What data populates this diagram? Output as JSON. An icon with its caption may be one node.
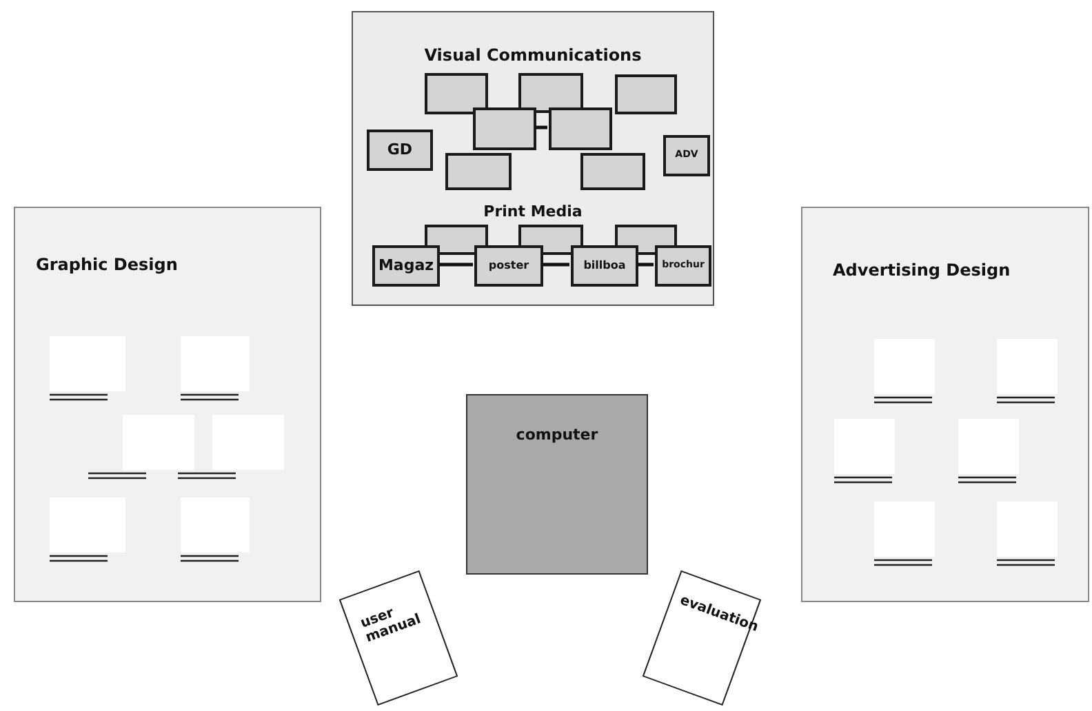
{
  "diagram": {
    "nodes": [
      {
        "text": [
          "Visual Communications",
          "Print Media"
        ]
      },
      {
        "text": [],
        "shape": "box",
        "in": 0
      },
      {
        "text": [],
        "shape": "box",
        "in": 0
      },
      {
        "text": [],
        "shape": "box",
        "in": 0
      },
      {
        "text": [],
        "shape": "box",
        "in": 0
      },
      {
        "text": [],
        "shape": "box",
        "in": 0
      },
      {
        "text": [
          "GD"
        ],
        "in": 0
      },
      {
        "text": [],
        "shape": "box",
        "in": 0
      },
      {
        "text": [],
        "shape": "box",
        "in": 0
      },
      {
        "text": [
          "ADV"
        ],
        "in": 0
      },
      {
        "text": [],
        "shape": "box",
        "in": 0
      },
      {
        "text": [],
        "shape": "box",
        "in": 0
      },
      {
        "text": [],
        "shape": "box",
        "in": 0
      },
      {
        "text": [
          "Magaz"
        ],
        "in": 0
      },
      {
        "text": [
          "poster"
        ],
        "in": 0
      },
      {
        "text": [
          "billboa"
        ],
        "in": 0
      },
      {
        "text": [
          "brochur"
        ],
        "in": 0
      },
      {
        "text": [
          "Graphic Design"
        ]
      },
      {
        "text": [],
        "shape": "box",
        "in": 17
      },
      {
        "text": [],
        "shape": "box",
        "in": 17
      },
      {
        "text": [],
        "shape": "box",
        "in": 17
      },
      {
        "text": [],
        "shape": "box",
        "in": 17
      },
      {
        "text": [],
        "shape": "box",
        "in": 17
      },
      {
        "text": [],
        "shape": "box",
        "in": 17
      },
      {
        "text": [
          "Advertising Design"
        ]
      },
      {
        "text": [],
        "shape": "box",
        "in": 24
      },
      {
        "text": [],
        "shape": "box",
        "in": 24
      },
      {
        "text": [],
        "shape": "box",
        "in": 24
      },
      {
        "text": [],
        "shape": "box",
        "in": 24
      },
      {
        "text": [],
        "shape": "box",
        "in": 24
      },
      {
        "text": [],
        "shape": "box",
        "in": 24
      },
      {
        "text": [
          "computer"
        ]
      },
      {
        "text": [
          "user manual"
        ]
      },
      {
        "text": [
          "evaluation"
        ]
      }
    ],
    "edges": [
      {
        "from": 4,
        "to": 5,
        "arrow": "none"
      },
      {
        "from": 13,
        "to": 14,
        "arrow": "none"
      },
      {
        "from": 14,
        "to": 15,
        "arrow": "none"
      },
      {
        "from": 15,
        "to": 16,
        "arrow": "none"
      }
    ]
  }
}
